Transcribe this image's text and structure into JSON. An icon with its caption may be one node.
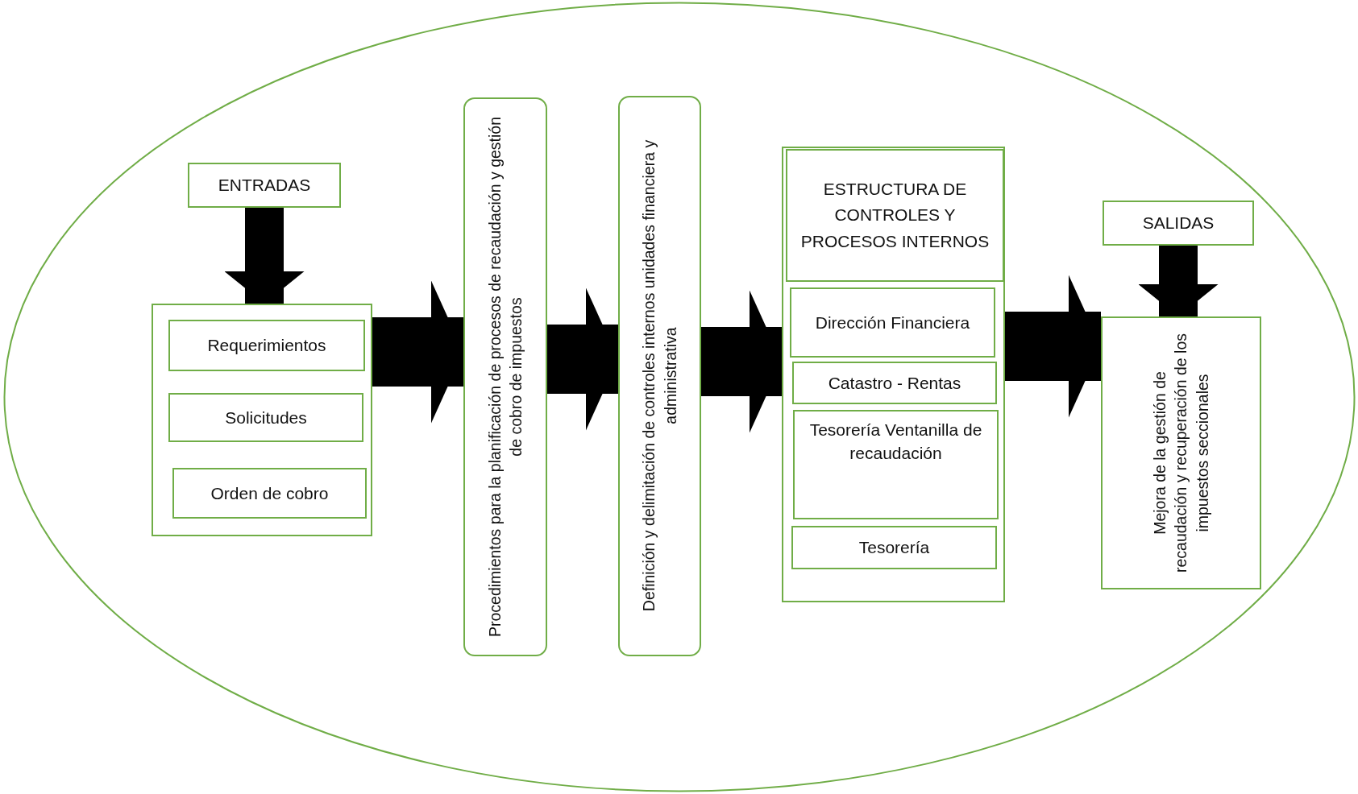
{
  "diagram": {
    "nodes": [
      {
        "text": [],
        "shape": "ellipse"
      },
      {
        "text": [
          "ENTRADAS"
        ],
        "in": 0
      },
      {
        "text": [],
        "shape": "box",
        "in": 0
      },
      {
        "text": [
          "Requerimientos"
        ],
        "in": 2
      },
      {
        "text": [
          "Solicitudes"
        ],
        "in": 2
      },
      {
        "text": [
          "Orden de cobro"
        ],
        "in": 2
      },
      {
        "text": [
          "Procedimientos para la planificación de procesos de recaudación y gestión de cobro de impuestos"
        ],
        "in": 0
      },
      {
        "text": [
          "Definición y delimitación de controles internos unidades financiera y administrativa"
        ],
        "in": 0
      },
      {
        "text": [],
        "shape": "box",
        "in": 0
      },
      {
        "text": [
          "ESTRUCTURA DE CONTROLES Y PROCESOS INTERNOS"
        ],
        "in": 8
      },
      {
        "text": [
          "Dirección Financiera"
        ],
        "in": 8
      },
      {
        "text": [
          "Catastro - Rentas"
        ],
        "in": 8
      },
      {
        "text": [
          "Tesorería Ventanilla de recaudación"
        ],
        "in": 8
      },
      {
        "text": [
          "Tesorería"
        ],
        "in": 8
      },
      {
        "text": [
          "SALIDAS"
        ],
        "in": 0
      },
      {
        "text": [
          "Mejora de la gestión de recaudación y recuperación de los impuestos seccionales"
        ],
        "in": 0
      }
    ],
    "edges": [
      {
        "from": 1,
        "to": 2,
        "arrow": "to"
      },
      {
        "from": 2,
        "to": 6,
        "arrow": "to"
      },
      {
        "from": 6,
        "to": 7,
        "arrow": "to"
      },
      {
        "from": 7,
        "to": 8,
        "arrow": "to"
      },
      {
        "from": 8,
        "to": 15,
        "arrow": "to"
      },
      {
        "from": 14,
        "to": 15,
        "arrow": "to"
      }
    ]
  }
}
